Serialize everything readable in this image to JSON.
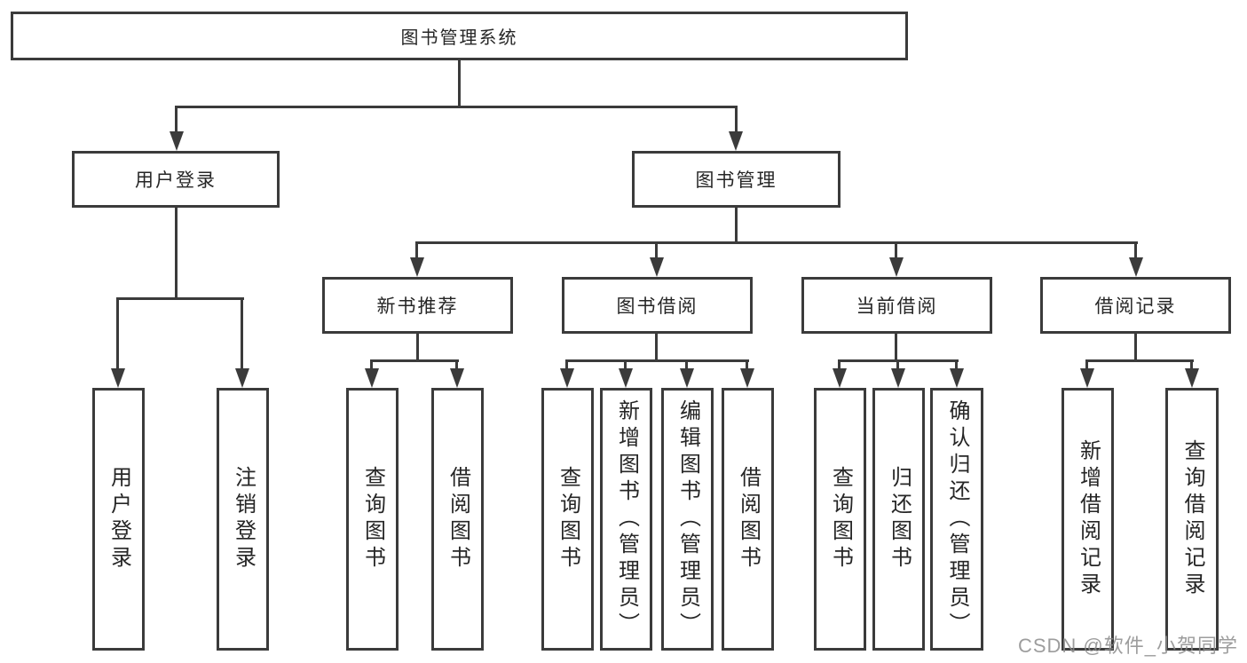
{
  "diagram_title": "图书管理系统",
  "nodes": {
    "root": "图书管理系统",
    "user_login": "用户登录",
    "book_mgmt": "图书管理",
    "new_book_rec": "新书推荐",
    "book_borrow": "图书借阅",
    "current_borrow": "当前借阅",
    "borrow_record": "借阅记录",
    "leaf_user_login": "用户登录",
    "leaf_logout": "注销登录",
    "nb_query_book": "查询图书",
    "nb_borrow_book": "借阅图书",
    "bb_query_book": "查询图书",
    "bb_add_book": "新增图书（管理员）",
    "bb_edit_book": "编辑图书（管理员）",
    "bb_borrow_book": "借阅图书",
    "cb_query_book": "查询图书",
    "cb_return_book": "归还图书",
    "cb_confirm_return": "确认归还（管理员）",
    "br_add_record": "新增借阅记录",
    "br_query_record": "查询借阅记录"
  },
  "tree": {
    "label": "图书管理系统",
    "children": [
      {
        "label": "用户登录",
        "children": [
          {
            "label": "用户登录"
          },
          {
            "label": "注销登录"
          }
        ]
      },
      {
        "label": "图书管理",
        "children": [
          {
            "label": "新书推荐",
            "children": [
              {
                "label": "查询图书"
              },
              {
                "label": "借阅图书"
              }
            ]
          },
          {
            "label": "图书借阅",
            "children": [
              {
                "label": "查询图书"
              },
              {
                "label": "新增图书（管理员）"
              },
              {
                "label": "编辑图书（管理员）"
              },
              {
                "label": "借阅图书"
              }
            ]
          },
          {
            "label": "当前借阅",
            "children": [
              {
                "label": "查询图书"
              },
              {
                "label": "归还图书"
              },
              {
                "label": "确认归还（管理员）"
              }
            ]
          },
          {
            "label": "借阅记录",
            "children": [
              {
                "label": "新增借阅记录"
              },
              {
                "label": "查询借阅记录"
              }
            ]
          }
        ]
      }
    ]
  },
  "watermark": "CSDN @软件_小贺同学",
  "colors": {
    "line": "#3b3b3b",
    "text": "#262626",
    "background": "#ffffff",
    "watermark": "#8c8c8c"
  }
}
